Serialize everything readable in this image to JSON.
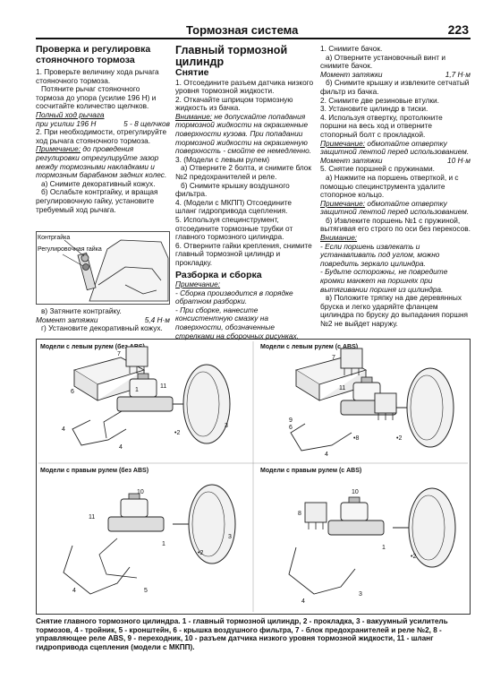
{
  "header": {
    "title": "Тормозная система",
    "page_number": "223"
  },
  "col1": {
    "heading": "Проверка и регулировка стояночного тормоза",
    "p1": "1. Проверьте величину хода рычага стояночного тормоза.",
    "p2": "Потяните рычаг стояночного тормоза до упора (усилие 196 Н) и сосчитайте количество щелчков.",
    "full_travel": "Полный ход рычага",
    "force_label": "при усилии 196 Н",
    "force_value": "5 - 8 щелчков",
    "p3": "2. При необходимости, отрегулируйте ход рычага стояночного тормоза.",
    "note_label": "Примечание:",
    "note_text": " до проведения регулировки отрегулируйте зазор между тормозными накладками и тормозным барабаном задних колес.",
    "a": "а) Снимите декоративный кожух.",
    "b": "б) Ослабьте контргайку, и вращая регулировочную гайку, установите требуемый ход рычага.",
    "fig_label_locknut": "Контргайка",
    "fig_label_adjnut": "Регулировочная гайка",
    "c": "в) Затяните контргайку.",
    "torque_label": "Момент затяжки",
    "torque_value": "5,4 Н·м",
    "d": "г) Установите декоративный кожух."
  },
  "col2": {
    "heading": "Главный тормозной цилиндр",
    "sub1": "Снятие",
    "p1": "1. Отсоедините разъем датчика низкого уровня тормозной жидкости.",
    "p2": "2. Откачайте шприцом тормозную жидкость из бачка.",
    "warn_label": "Внимание:",
    "warn_text": " не допускайте попадания тормозной жидкости на окрашенные поверхности кузова. При попадании тормозной жидкости на окрашенную поверхность - смойте ее немедленно.",
    "p3": "3. (Модели с левым рулем)",
    "p3a": "а) Отверните 2 болта, и снимите блок №2 предохранителей и реле.",
    "p3b": "б) Снимите крышку воздушного фильтра.",
    "p4": "4. (Модели с МКПП) Отсоедините шланг гидропривода сцепления.",
    "p5": "5. Используя специнструмент, отсоедините тормозные трубки от главного тормозного цилиндра.",
    "p6": "6. Отверните гайки крепления, снимите главный тормозной цилиндр и прокладку.",
    "sub2": "Разборка и сборка",
    "note_label": "Примечание:",
    "note1": "- Сборка производится в порядке обратном разборки.",
    "note2": "- При сборке, нанесите консистентную смазку на поверхности, обозначенные стрелками на сборочных рисунках."
  },
  "col3": {
    "p1": "1. Снимите бачок.",
    "p1a": "а) Отверните установочный винт и снимите бачок.",
    "torque1_label": "Момент затяжки",
    "torque1_value": "1,7 Н·м",
    "p1b": "б) Снимите крышку и извлеките сетчатый фильтр из бачка.",
    "p2": "2. Снимите две резиновые втулки.",
    "p3": "3. Установите цилиндр в тиски.",
    "p4": "4. Используя отвертку, протолкните поршни на весь ход и отверните стопорный болт с прокладкой.",
    "note1_label": "Примечание:",
    "note1_text": " обмотайте отвертку защитной лентой перед использованием.",
    "torque2_label": "Момент затяжки",
    "torque2_value": "10 Н·м",
    "p5": "5. Снятие поршней с пружинами.",
    "p5a": "а) Нажмите на поршень отверткой, и с помощью специнструмента удалите стопорное кольцо.",
    "note2_label": "Примечание:",
    "note2_text": " обмотайте отвертку защитной лентой перед использованием.",
    "p5b": "б) Извлеките поршень №1 с пружиной, вытягивая его строго по оси без перекосов.",
    "warn_label": "Внимание:",
    "warn1": "- Если поршень извлекать и устанавливать под углом, можно повредить зеркало цилиндра.",
    "warn2": "- Будьте осторожны, не повредите кромки манжет на поршнях при вытягивании поршня из цилиндра.",
    "p5c": "в) Положите тряпку на две деревянных бруска и легко ударяйте фланцем цилиндра по бруску до выпадания поршня №2 не выйдет наружу."
  },
  "figure": {
    "q1_title": "Модели с левым рулем (без ABS)",
    "q2_title": "Модели с левым рулем (с ABS)",
    "q3_title": "Модели с правым рулем (без ABS)",
    "q4_title": "Модели с правым рулем (с ABS)",
    "label_1": "1",
    "label_2": "2",
    "label_3": "3",
    "label_4": "4",
    "label_5": "5",
    "label_6": "6",
    "label_7": "7",
    "label_8": "8",
    "label_9": "9",
    "label_10": "10",
    "label_11": "11",
    "label_star2": "•2",
    "label_star8": "•8"
  },
  "caption": "Снятие главного тормозного цилиндра. 1 - главный тормозной цилиндр, 2 - прокладка, 3 - вакуумный усилитель тормозов, 4 - тройник, 5 - кронштейн, 6 - крышка воздушного фильтра, 7 - блок предохранителей и реле №2, 8 - управляющее реле ABS, 9 - переходник, 10 - разъем датчика низкого уровня тормозной жидкости, 11 - шланг гидропривода сцепления (модели с МКПП)."
}
